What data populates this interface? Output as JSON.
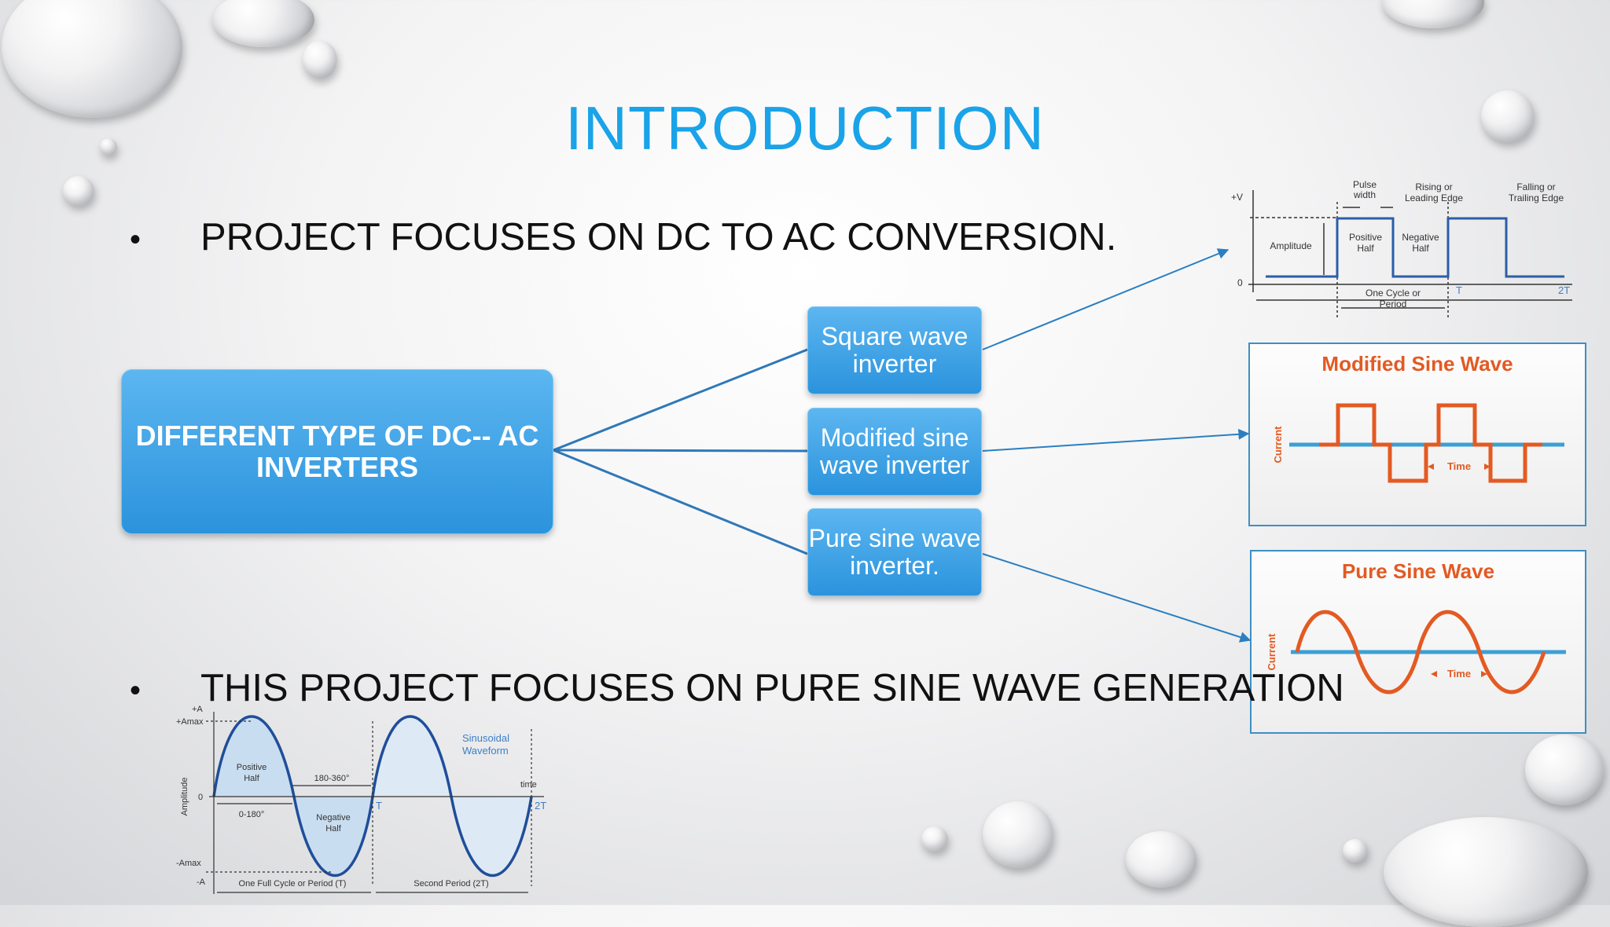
{
  "slide": {
    "title": "INTRODUCTION",
    "bullets": [
      "PROJECT FOCUSES ON DC TO AC CONVERSION.",
      "THIS PROJECT FOCUSES ON PURE SINE WAVE GENERATION"
    ],
    "bullet_symbol": "•"
  },
  "diagram": {
    "main": "DIFFERENT TYPE OF DC-- AC INVERTERS",
    "branches": [
      "Square wave inverter",
      "Modified sine wave inverter",
      "Pure sine wave inverter."
    ]
  },
  "square_wave": {
    "plus_v": "+V",
    "zero": "0",
    "pulse_width_1": "Pulse",
    "pulse_width_2": "width",
    "rising_1": "Rising or",
    "rising_2": "Leading Edge",
    "falling_1": "Falling or",
    "falling_2": "Trailing Edge",
    "amplitude": "Amplitude",
    "pos_half_1": "Positive",
    "pos_half_2": "Half",
    "neg_half_1": "Negative",
    "neg_half_2": "Half",
    "cycle_1": "One Cycle or",
    "cycle_2": "Period",
    "t": "T",
    "two_t": "2T"
  },
  "modified_panel": {
    "title": "Modified Sine Wave",
    "yaxis": "Current",
    "time": "Time"
  },
  "pure_panel": {
    "title": "Pure Sine Wave",
    "yaxis": "Current",
    "time": "Time"
  },
  "sinusoid": {
    "plus_a": "+A",
    "plus_amax": "+Amax",
    "minus_amax": "-Amax",
    "minus_a": "-A",
    "zero": "0",
    "amplitude": "Amplitude",
    "pos_half_1": "Positive",
    "pos_half_2": "Half",
    "neg_half_1": "Negative",
    "neg_half_2": "Half",
    "deg_180_360": "180-360°",
    "deg_0_180": "0-180°",
    "label_1": "Sinusoidal",
    "label_2": "Waveform",
    "time": "time",
    "t": "T",
    "two_t": "2T",
    "period_1": "One Full Cycle or Period (T)",
    "period_2": "Second Period (2T)"
  },
  "colors": {
    "title": "#1aa3e8",
    "box": "#2b93dd",
    "wave_orange": "#e35a22",
    "wave_blue": "#3c9fd6",
    "sine_navy": "#1f4e9a"
  }
}
